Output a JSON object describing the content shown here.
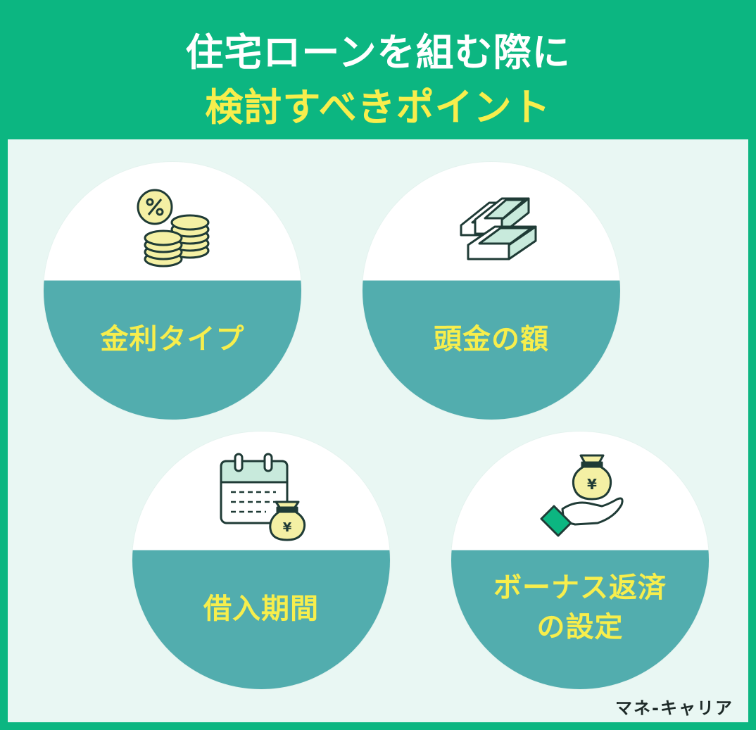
{
  "title": {
    "line1": "住宅ローンを組む際に",
    "line2": "検討すべきポイント"
  },
  "colors": {
    "header_green": "#0cb681",
    "panel_bg": "#e9f7f3",
    "circle_teal": "#52adae",
    "accent_yellow": "#f7ee4c",
    "icon_fill": "#f4f0a4",
    "icon_mint": "#c8eadc",
    "icon_dark": "#1f3b36"
  },
  "points": [
    {
      "label": "金利タイプ",
      "icon": "interest-coins-icon"
    },
    {
      "label": "頭金の額",
      "icon": "gold-bars-icon"
    },
    {
      "label": "借入期間",
      "icon": "calendar-money-bag-icon"
    },
    {
      "label_line1": "ボーナス返済",
      "label_line2": "の設定",
      "icon": "hand-money-bag-icon"
    }
  ],
  "brand": "マネ-キャリア"
}
